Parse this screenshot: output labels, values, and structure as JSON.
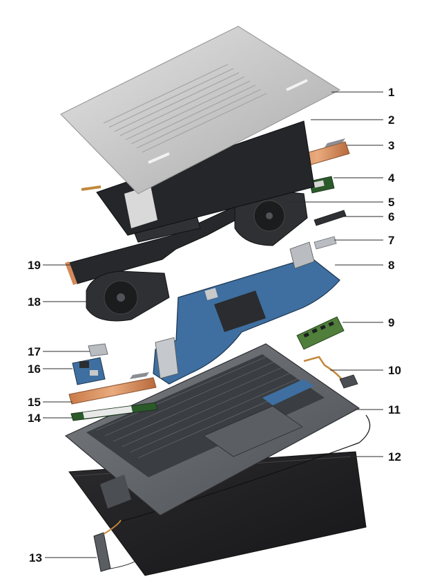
{
  "diagram": {
    "callouts": [
      {
        "label": "1"
      },
      {
        "label": "2"
      },
      {
        "label": "3"
      },
      {
        "label": "4"
      },
      {
        "label": "5"
      },
      {
        "label": "6"
      },
      {
        "label": "7"
      },
      {
        "label": "8"
      },
      {
        "label": "9"
      },
      {
        "label": "10"
      },
      {
        "label": "11"
      },
      {
        "label": "12"
      },
      {
        "label": "13"
      },
      {
        "label": "14"
      },
      {
        "label": "15"
      },
      {
        "label": "16"
      },
      {
        "label": "17"
      },
      {
        "label": "18"
      },
      {
        "label": "19"
      }
    ],
    "colors": {
      "aluminum": "#c9c9c9",
      "dark_metal": "#2e3033",
      "pcb_blue": "#3e6fa0",
      "copper": "#d48a5a",
      "ram_green": "#4f7f3a",
      "display_black": "#202022"
    }
  }
}
